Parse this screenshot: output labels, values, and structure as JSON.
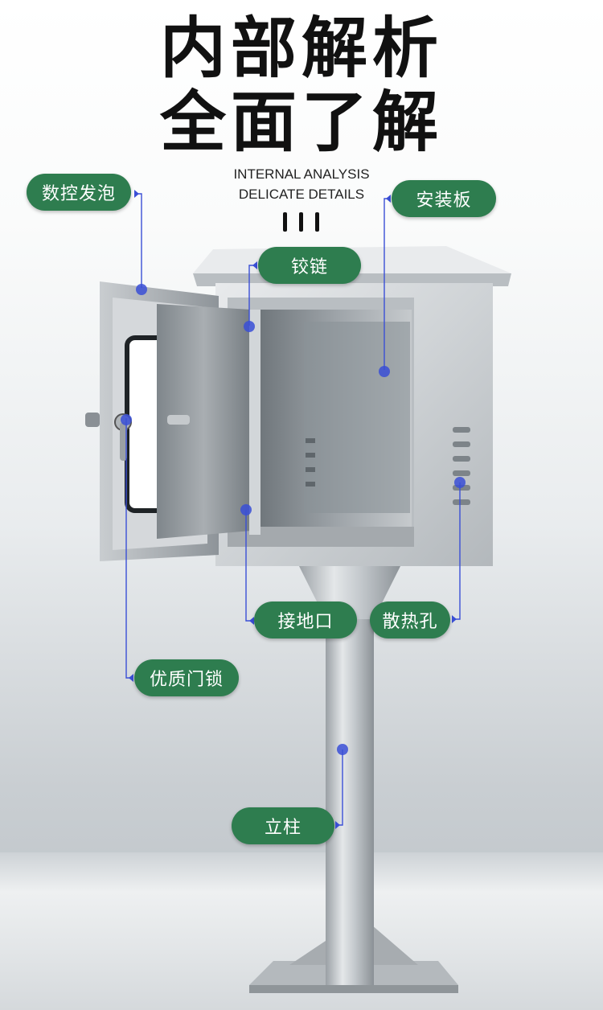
{
  "header": {
    "title_line1": "内部解析",
    "title_line2": "全面了解",
    "subtitle_line1": "INTERNAL ANALYSIS",
    "subtitle_line2": "DELICATE DETAILS"
  },
  "callouts": {
    "foam": "数控发泡",
    "hinge": "铰链",
    "mount_plate": "安装板",
    "ground": "接地口",
    "vent": "散热孔",
    "lock": "优质门锁",
    "post": "立柱"
  },
  "colors": {
    "pill_bg": "#2e7d4f",
    "pointer_line": "#3a4fd6",
    "title_text": "#111111"
  }
}
